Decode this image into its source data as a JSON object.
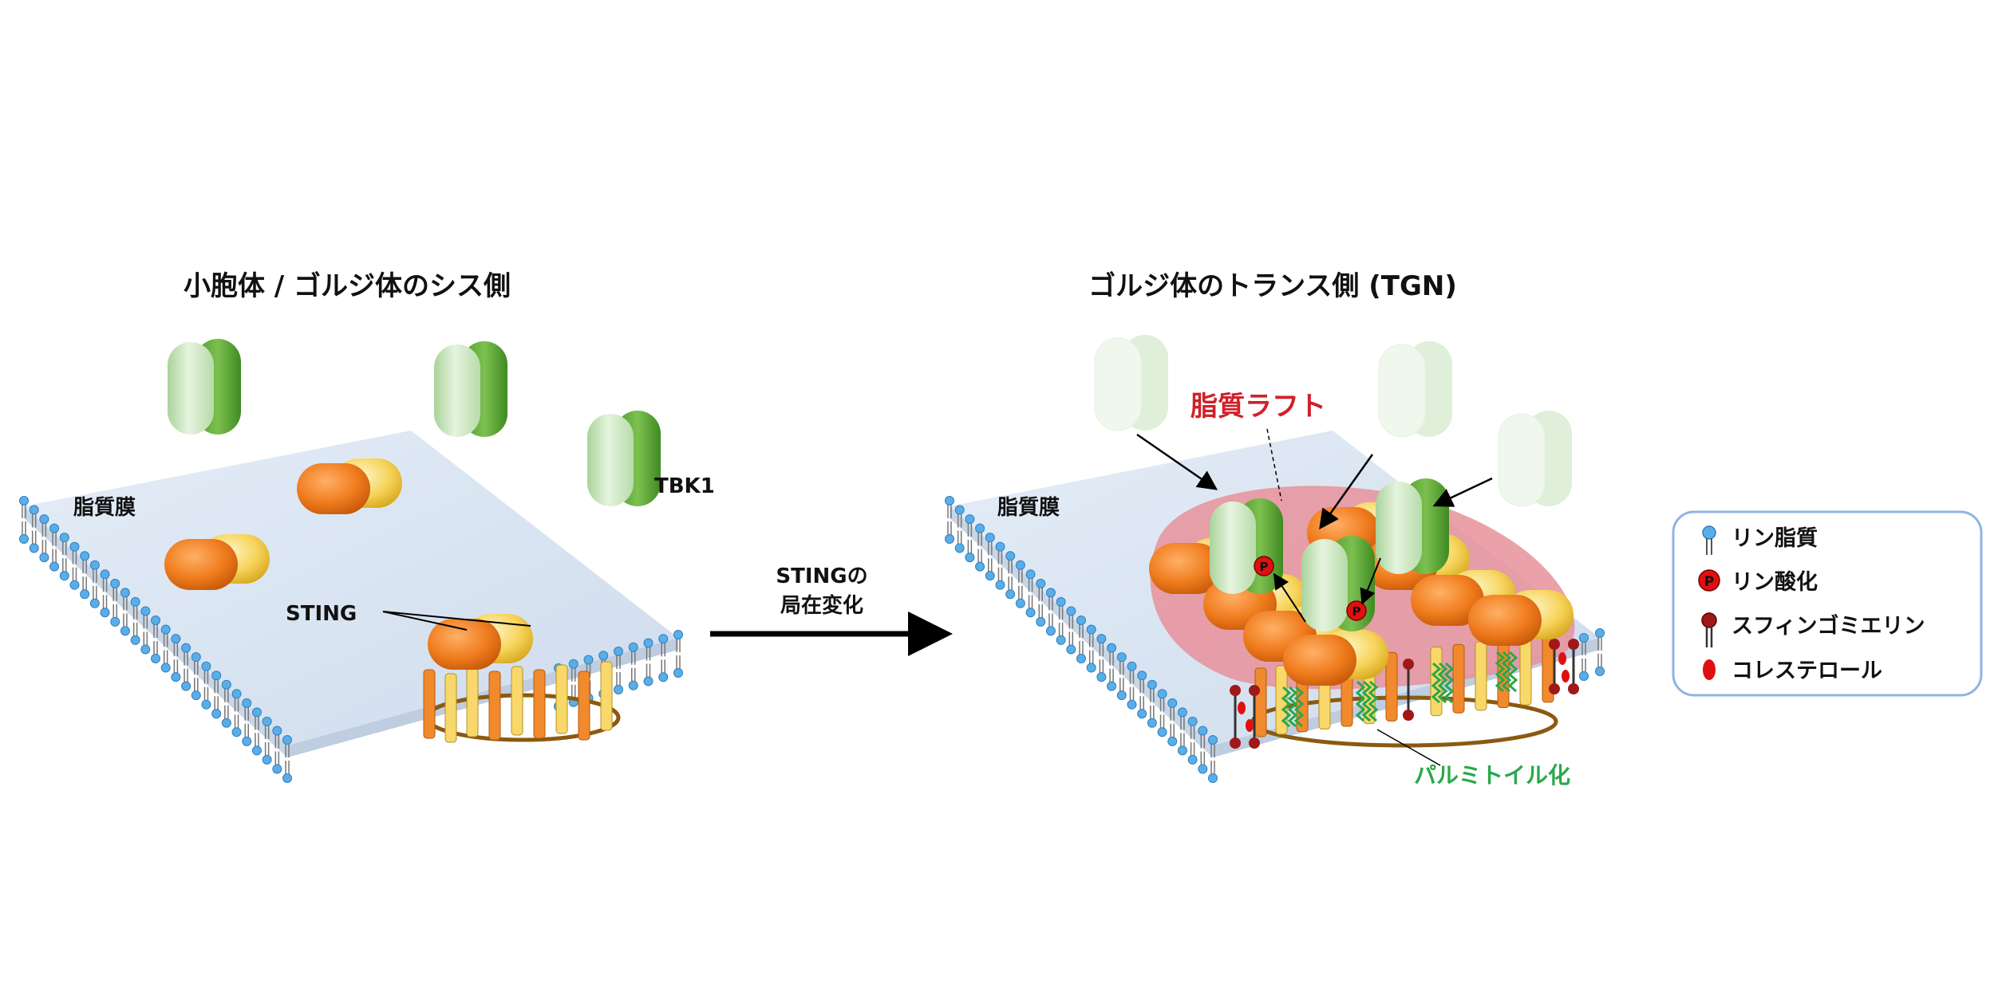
{
  "left_panel": {
    "title": "小胞体 / ゴルジ体のシス側",
    "membrane_label": "脂質膜",
    "tbk1_label": "TBK1",
    "sting_label": "STING"
  },
  "transition": {
    "line1": "STINGの",
    "line2": "局在変化"
  },
  "right_panel": {
    "title": "ゴルジ体のトランス側 (TGN)",
    "membrane_label": "脂質膜",
    "raft_label": "脂質ラフト",
    "palmitoylation_label": "パルミトイル化",
    "phospho_symbol": "P"
  },
  "legend": {
    "items": [
      {
        "icon": "phospholipid-icon",
        "label": "リン脂質"
      },
      {
        "icon": "phosphorylation-icon",
        "label": "リン酸化"
      },
      {
        "icon": "sphingomyelin-icon",
        "label": "スフィンゴミエリン"
      },
      {
        "icon": "cholesterol-icon",
        "label": "コレステロール"
      }
    ]
  },
  "colors": {
    "membrane_top": "#dbe6f3",
    "lipid_head": "#5aaee8",
    "sting_orange": "#f07c1e",
    "sting_yellow": "#f6d35a",
    "tbk1_light": "#cfe8c5",
    "tbk1_dark": "#5fa83a",
    "raft": "#e8909a",
    "raft_text": "#d0202a",
    "palm_text": "#2aa84a",
    "legend_border": "#8fb4e3"
  }
}
